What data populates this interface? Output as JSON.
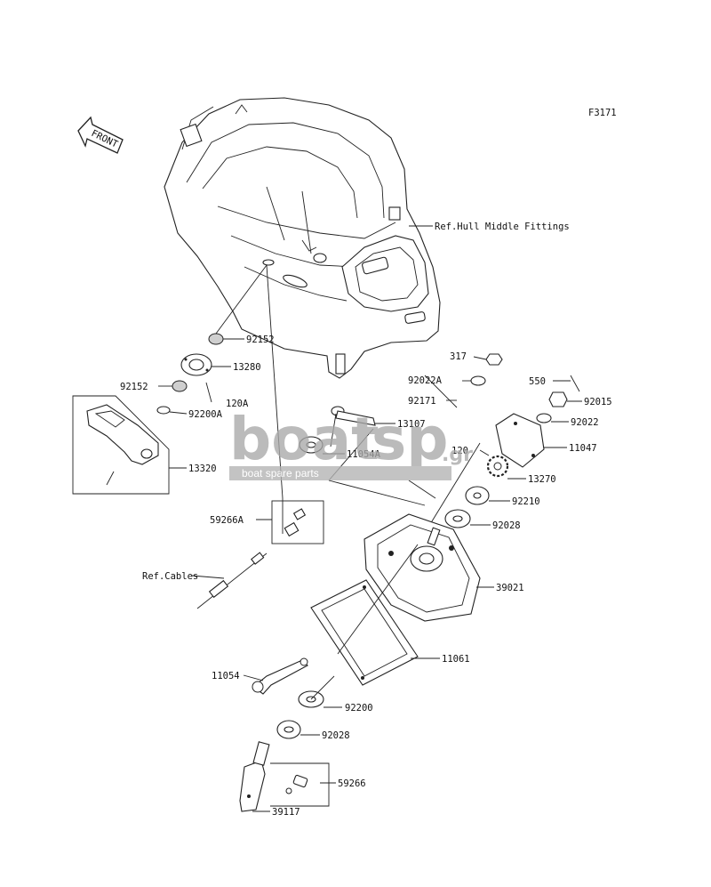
{
  "figure_code": "F3171",
  "front_label": "FRONT",
  "watermark": {
    "brand_left": "boat",
    "brand_right": "sp",
    "domain": ".gr",
    "tagline": "boat spare parts"
  },
  "labels": {
    "ref_hull": "Ref.Hull Middle Fittings",
    "p92152_top": "92152",
    "p13280": "13280",
    "p92152_left": "92152",
    "p120A": "120A",
    "p92200A": "92200A",
    "p13320": "13320",
    "p13107": "13107",
    "p11054A": "11054A",
    "p59266A": "59266A",
    "ref_cables": "Ref.Cables",
    "p317": "317",
    "p92022A": "92022A",
    "p92171": "92171",
    "p550": "550",
    "p92015": "92015",
    "p92022": "92022",
    "p11047": "11047",
    "p120": "120",
    "p13270": "13270",
    "p92210": "92210",
    "p92028_right": "92028",
    "p39021": "39021",
    "p11061": "11061",
    "p11054": "11054",
    "p92200": "92200",
    "p92028_bottom": "92028",
    "p59266": "59266",
    "p39117": "39117"
  }
}
